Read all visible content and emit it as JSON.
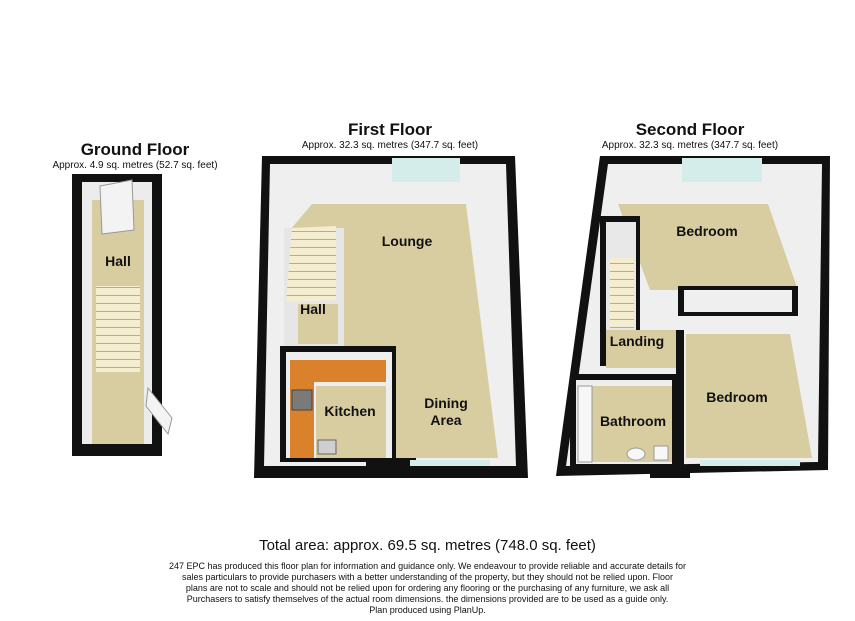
{
  "floors": [
    {
      "name": "Ground Floor",
      "area": "Approx. 4.9 sq. metres (52.7 sq. feet)"
    },
    {
      "name": "First Floor",
      "area": "Approx. 32.3 sq. metres (347.7 sq. feet)"
    },
    {
      "name": "Second Floor",
      "area": "Approx. 32.3 sq. metres (347.7 sq. feet)"
    }
  ],
  "rooms": {
    "ground_hall": "Hall",
    "lounge": "Lounge",
    "first_hall": "Hall",
    "kitchen": "Kitchen",
    "dining_1": "Dining",
    "dining_2": "Area",
    "bedroom_1": "Bedroom",
    "landing": "Landing",
    "bathroom": "Bathroom",
    "bedroom_2": "Bedroom"
  },
  "total_area": "Total area: approx. 69.5 sq. metres (748.0 sq. feet)",
  "disclaimer": [
    "247 EPC has produced this floor plan for information and guidance only. We endeavour to provide reliable and accurate details for",
    "sales particulars to provide purchasers with a better understanding  of the property, but they should not be relied upon. Floor",
    "plans are not to scale and should not be relied upon for ordering any flooring or the purchasing of any furniture, we ask all",
    "Purchasers to satisfy themselves of the actual room dimensions. the dimensions provided are to be used as a guide only.",
    "Plan produced using PlanUp."
  ],
  "colors": {
    "floor": "#d8cda1",
    "wall": "#111111",
    "wall_face": "#f1f1f1",
    "kitchen_counter": "#d9822b",
    "window": "#d4ecea"
  }
}
